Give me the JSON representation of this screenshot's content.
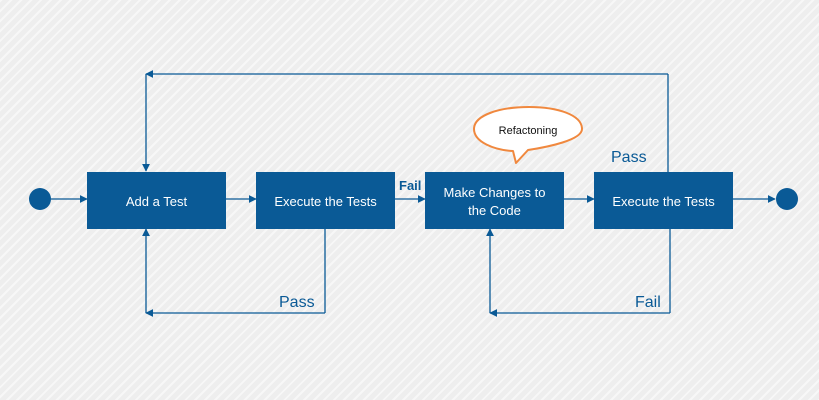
{
  "colors": {
    "node": "#0a5a96",
    "line": "#0a5a96",
    "bubble_fill": "#ffffff",
    "bubble_stroke": "#f0883e"
  },
  "nodes": {
    "add_test": "Add a Test",
    "execute_tests_1": "Execute the Tests",
    "make_changes_line1": "Make Changes to",
    "make_changes_line2": "the Code",
    "execute_tests_2": "Execute the Tests"
  },
  "labels": {
    "fail_1": "Fail",
    "pass_top": "Pass",
    "pass_bottom": "Pass",
    "fail_bottom": "Fail"
  },
  "callout": {
    "text": "Refactoning"
  }
}
